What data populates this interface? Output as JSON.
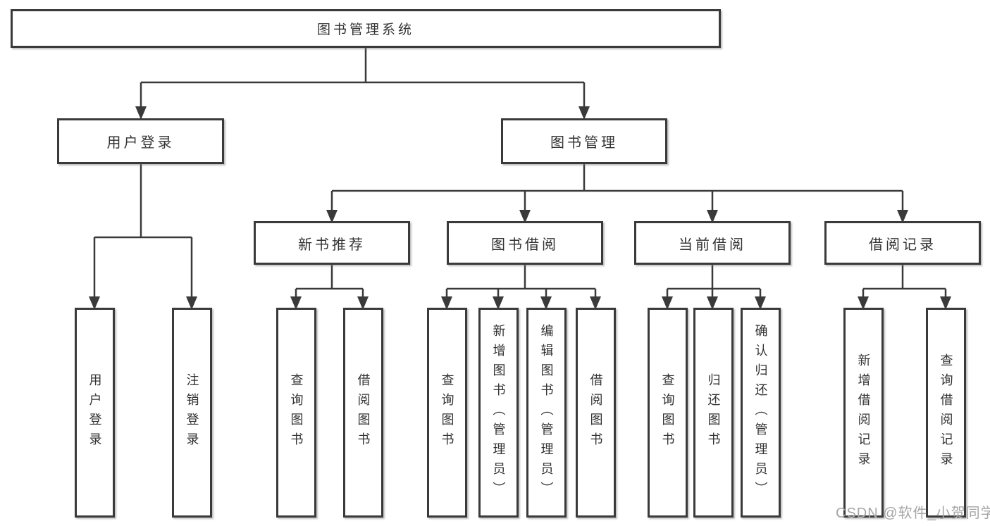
{
  "tree": {
    "label": "图书管理系统",
    "children": [
      {
        "label": "用户登录",
        "children": [
          {
            "label": "用户登录"
          },
          {
            "label": "注销登录"
          }
        ]
      },
      {
        "label": "图书管理",
        "children": [
          {
            "label": "新书推荐",
            "children": [
              {
                "label": "查询图书"
              },
              {
                "label": "借阅图书"
              }
            ]
          },
          {
            "label": "图书借阅",
            "children": [
              {
                "label": "查询图书"
              },
              {
                "label": "新增图书（管理员）"
              },
              {
                "label": "编辑图书（管理员）"
              },
              {
                "label": "借阅图书"
              }
            ]
          },
          {
            "label": "当前借阅",
            "children": [
              {
                "label": "查询图书"
              },
              {
                "label": "归还图书"
              },
              {
                "label": "确认归还（管理员）"
              }
            ]
          },
          {
            "label": "借阅记录",
            "children": [
              {
                "label": "新增借阅记录"
              },
              {
                "label": "查询借阅记录"
              }
            ]
          }
        ]
      }
    ]
  },
  "watermark": {
    "text": "CSDN @软件_小贺同学"
  },
  "colors": {
    "line": "#3a3a3a",
    "box_border": "#3a3a3a",
    "box_fill": "#ffffff",
    "text": "#333333",
    "watermark": "#a6a6a6",
    "background": "#ffffff"
  }
}
